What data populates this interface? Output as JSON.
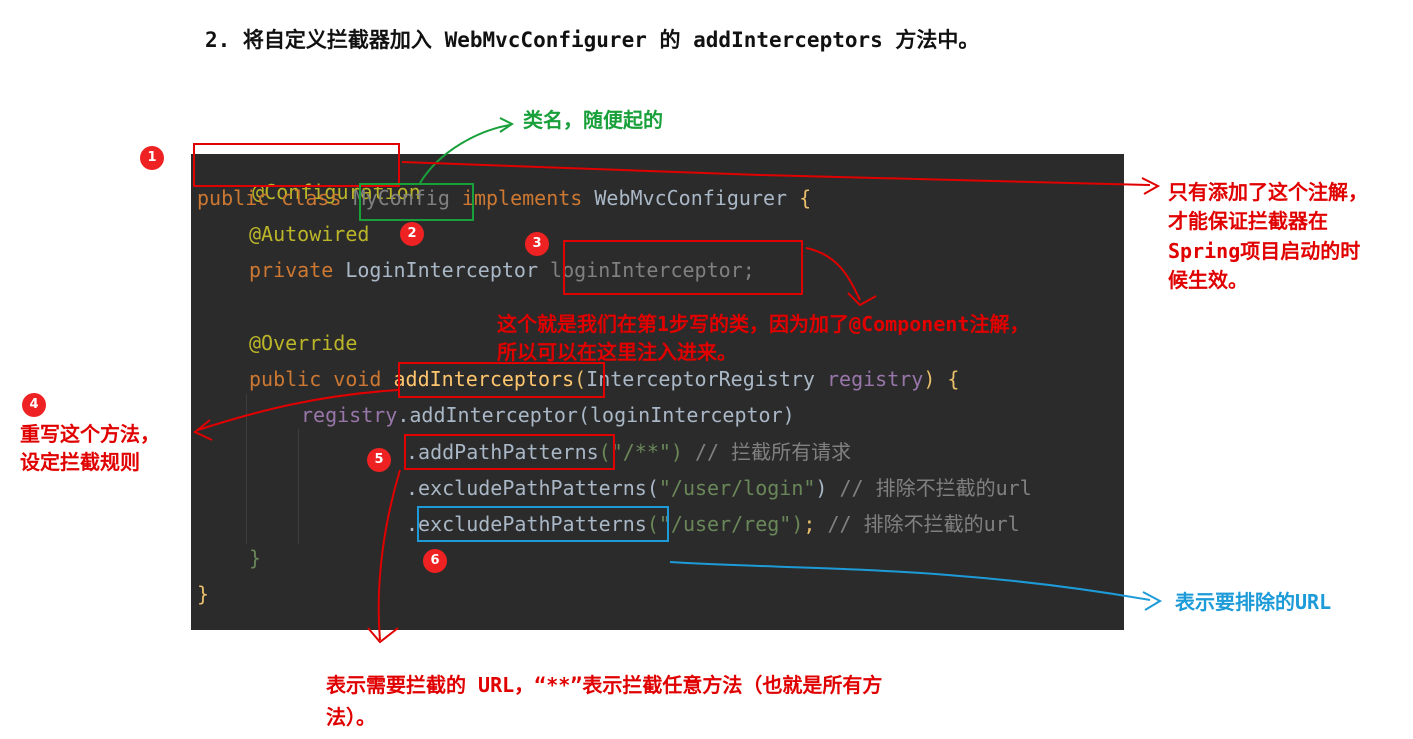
{
  "heading": "2. 将自定义拦截器加入 WebMvcConfigurer 的 addInterceptors 方法中。",
  "code": {
    "line1": "@Configuration",
    "line2_kw": "public class ",
    "line2_cls": "MyConfig",
    "line2_impl": " implements ",
    "line2_iface": "WebMvcConfigurer ",
    "line2_brace": "{",
    "line3": "@Autowired",
    "line4_kw": "private ",
    "line4_type": "LoginInterceptor ",
    "line4_var": "loginInterceptor;",
    "line6": "@Override",
    "line7_kw": "public void ",
    "line7_method": "addInterceptors",
    "line7_paren": "(",
    "line7_type": "InterceptorRegistry ",
    "line7_param": "registry",
    "line7_end": ") {",
    "line8_obj": "registry",
    "line8_call": ".addInterceptor(loginInterceptor)",
    "line9_call": ".addPathPatterns",
    "line9_str": "(\"/**\")",
    "line9_comment": " // 拦截所有请求",
    "line10_call": ".excludePathPatterns(",
    "line10_str": "\"/user/login\"",
    "line10_end": ")",
    "line10_comment": " // 排除不拦截的url",
    "line11_call": ".excludePathPatterns",
    "line11_str": "(\"/user/reg\")",
    "line11_end": ";",
    "line11_comment": " // 排除不拦截的url",
    "line12": "}",
    "line13": "}"
  },
  "badges": [
    "1",
    "2",
    "3",
    "4",
    "5",
    "6"
  ],
  "notes": {
    "class_name": "类名，随便起的",
    "config_line1": "只有添加了这个注解，",
    "config_line2": "才能保证拦截器在",
    "config_line3": "Spring项目启动的时",
    "config_line4": "候生效。",
    "component_line1": "这个就是我们在第1步写的类，因为加了@Component注解，",
    "component_line2": "所以可以在这里注入进来。",
    "override_line1": "重写这个方法，",
    "override_line2": "设定拦截规则",
    "exclude": "表示要排除的URL",
    "pattern_line1": "表示需要拦截的 URL，“**”表示拦截任意方法（也就是所有方",
    "pattern_line2": "法）。"
  },
  "colors": {
    "annotation_red": "#e00000",
    "annotation_green": "#1aa03b",
    "annotation_blue": "#1d9bd8",
    "code_bg": "#2b2b2b"
  }
}
